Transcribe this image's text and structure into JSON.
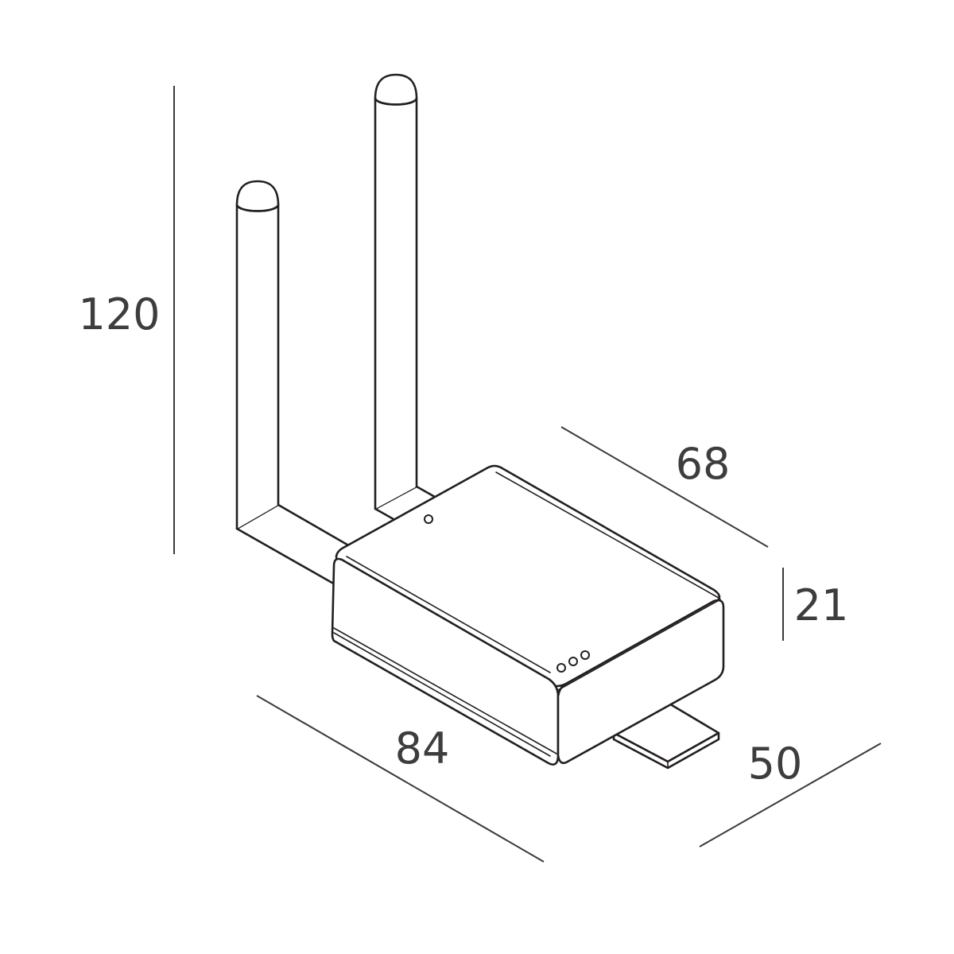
{
  "dimensions": {
    "height": "120",
    "depth": "68",
    "thickness": "21",
    "length": "84",
    "width": "50"
  },
  "colors": {
    "line": "#231f20",
    "dimension_line": "#3a3a3a",
    "dimension_text": "#3d3d3d",
    "background": "#ffffff"
  }
}
